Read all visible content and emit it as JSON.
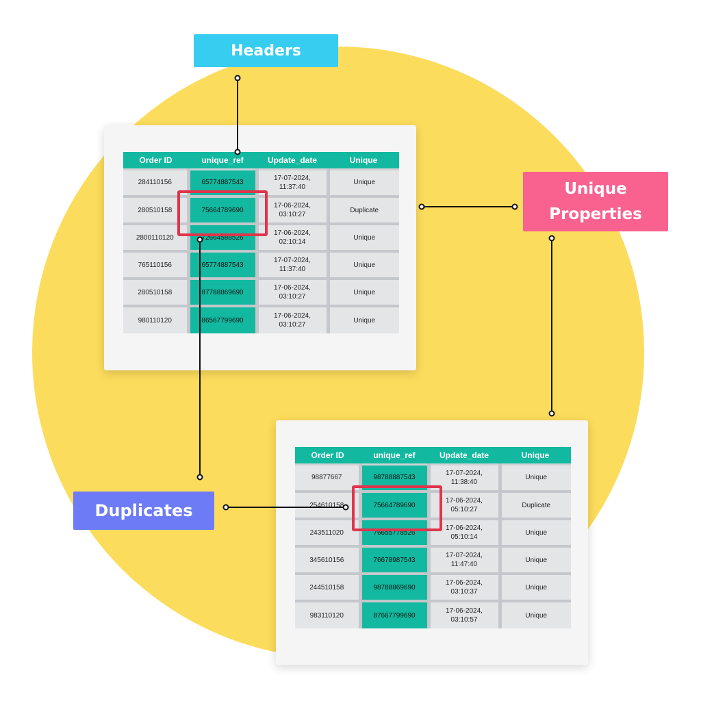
{
  "labels": {
    "headers": "Headers",
    "unique_line1": "Unique",
    "unique_line2": "Properties",
    "duplicates": "Duplicates"
  },
  "colors": {
    "circle": "#fcdc5c",
    "header_teal": "#12b9a0",
    "highlight_red": "#e0344c",
    "headers_label": "#36cdf0",
    "unique_label": "#f9628f",
    "duplicates_label": "#6d7bf7"
  },
  "table1": {
    "headers": [
      "Order ID",
      "unique_ref",
      "Update_date",
      "Unique"
    ],
    "rows": [
      {
        "id": "284110156",
        "ref": "65774887543",
        "date1": "17-07-2024,",
        "date2": "11:37:40",
        "status": "Unique"
      },
      {
        "id": "280510158",
        "ref": "75664789690",
        "date1": "17-06-2024,",
        "date2": "03:10:27",
        "status": "Duplicate"
      },
      {
        "id": "2800110120",
        "ref": "72664588526",
        "date1": "17-06-2024,",
        "date2": "02:10:14",
        "status": "Unique"
      },
      {
        "id": "765110156",
        "ref": "65774887543",
        "date1": "17-07-2024,",
        "date2": "11:37:40",
        "status": "Unique"
      },
      {
        "id": "280510158",
        "ref": "87788869690",
        "date1": "17-06-2024,",
        "date2": "03:10:27",
        "status": "Unique"
      },
      {
        "id": "980110120",
        "ref": "86567799690",
        "date1": "17-06-2024,",
        "date2": "03:10:27",
        "status": "Unique"
      }
    ]
  },
  "table2": {
    "headers": [
      "Order ID",
      "unique_ref",
      "Update_date",
      "Unique"
    ],
    "rows": [
      {
        "id": "98877667",
        "ref": "98788887543",
        "date1": "17-07-2024,",
        "date2": "11:38:40",
        "status": "Unique"
      },
      {
        "id": "254610158",
        "ref": "75664789690",
        "date1": "17-06-2024,",
        "date2": "05:10:27",
        "status": "Duplicate"
      },
      {
        "id": "243511020",
        "ref": "76655778526",
        "date1": "17-06-2024,",
        "date2": "05:10:14",
        "status": "Unique"
      },
      {
        "id": "345610156",
        "ref": "76678987543",
        "date1": "17-07-2024,",
        "date2": "11:47:40",
        "status": "Unique"
      },
      {
        "id": "244510158",
        "ref": "98788869690",
        "date1": "17-06-2024,",
        "date2": "03:10:37",
        "status": "Unique"
      },
      {
        "id": "983110120",
        "ref": "87667799690",
        "date1": "17-06-2024,",
        "date2": "03:10:57",
        "status": "Unique"
      }
    ]
  }
}
